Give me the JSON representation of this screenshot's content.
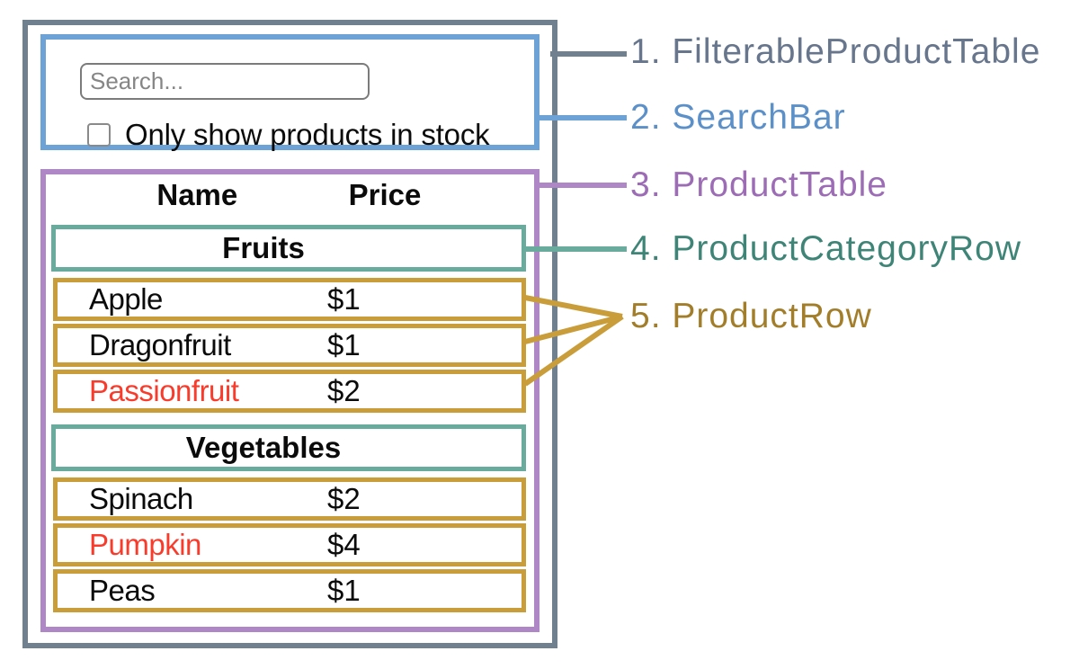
{
  "colors": {
    "slate_border": "#71808F",
    "slate_text": "#67768C",
    "blue_border": "#6DA2D7",
    "blue_text": "#5C90C9",
    "purple_border": "#AF86C6",
    "purple_text": "#9C6DB5",
    "teal_border": "#69AC9D",
    "teal_text": "#3F8577",
    "gold_border": "#C89D3A",
    "gold_text": "#A27E2B",
    "out_of_stock_red": "#F93B2B"
  },
  "search_bar": {
    "placeholder": "Search...",
    "checkbox_label": "Only show products in stock",
    "checkbox_checked": false
  },
  "product_table": {
    "headers": {
      "name": "Name",
      "price": "Price"
    },
    "sections": [
      {
        "category": "Fruits",
        "rows": [
          {
            "name": "Apple",
            "price": "$1",
            "out_of_stock": false
          },
          {
            "name": "Dragonfruit",
            "price": "$1",
            "out_of_stock": false
          },
          {
            "name": "Passionfruit",
            "price": "$2",
            "out_of_stock": true
          }
        ]
      },
      {
        "category": "Vegetables",
        "rows": [
          {
            "name": "Spinach",
            "price": "$2",
            "out_of_stock": false
          },
          {
            "name": "Pumpkin",
            "price": "$4",
            "out_of_stock": true
          },
          {
            "name": "Peas",
            "price": "$1",
            "out_of_stock": false
          }
        ]
      }
    ]
  },
  "legend": [
    {
      "number": "1.",
      "label": "FilterableProductTable",
      "color_key": "slate_text"
    },
    {
      "number": "2.",
      "label": "SearchBar",
      "color_key": "blue_text"
    },
    {
      "number": "3.",
      "label": "ProductTable",
      "color_key": "purple_text"
    },
    {
      "number": "4.",
      "label": "ProductCategoryRow",
      "color_key": "teal_text"
    },
    {
      "number": "5.",
      "label": "ProductRow",
      "color_key": "gold_text"
    }
  ]
}
